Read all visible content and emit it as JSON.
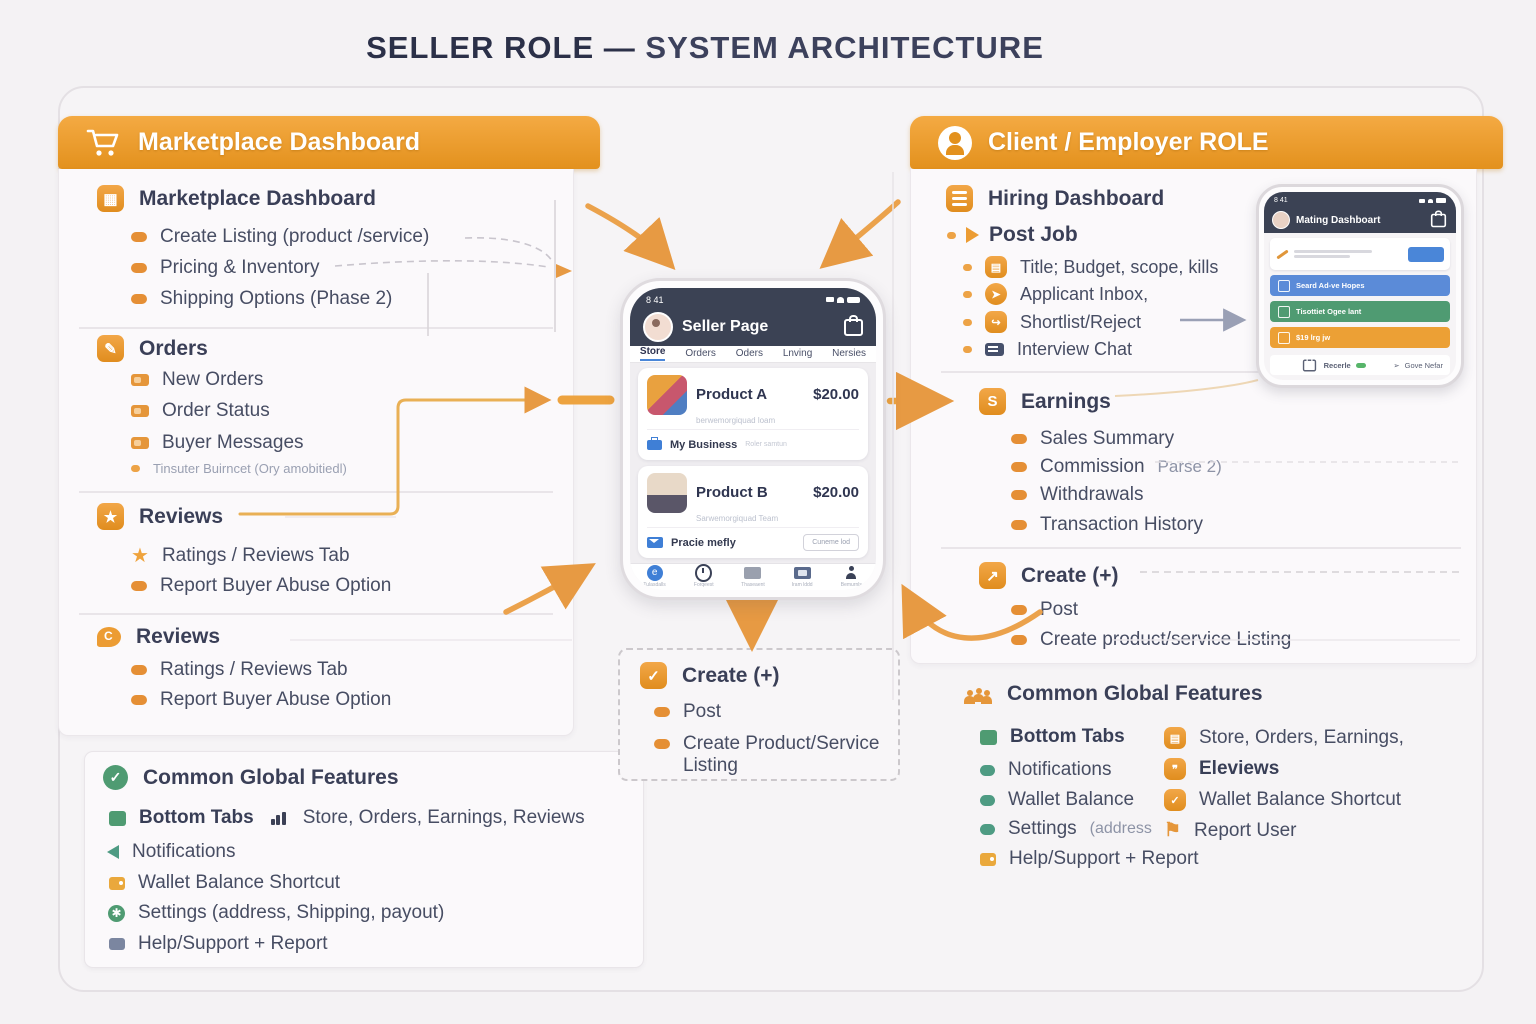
{
  "title": {
    "role": "SELLER ROLE",
    "dash": "—",
    "subtitle": "SYSTEM ARCHITECTURE"
  },
  "colors": {
    "accent_orange": "#E8953A",
    "header_top": "#F4AA43",
    "header_bottom": "#E3911D",
    "navy": "#3B4254",
    "green": "#4F9B72",
    "teal": "#4E9B83",
    "blue": "#4A86D8",
    "slate": "#8A90A8"
  },
  "left_panel": {
    "header": {
      "label": "Marketplace Dashboard"
    },
    "marketplace": {
      "heading": "Marketplace Dashboard",
      "items": [
        "Create Listing (product /service)",
        "Pricing & Inventory",
        "Shipping Options (Phase 2)"
      ]
    },
    "orders": {
      "heading": "Orders",
      "items": [
        "New Orders",
        "Order Status",
        "Buyer Messages"
      ],
      "note": "Tinsuter Buirncet (Ory amobitiedl)"
    },
    "reviews_star": {
      "heading": "Reviews",
      "items": [
        "Ratings / Reviews Tab",
        "Report Buyer Abuse Option"
      ]
    },
    "reviews_chat": {
      "heading": "Reviews",
      "items": [
        "Ratings / Reviews Tab",
        "Report  Buyer Abuse Option"
      ]
    }
  },
  "global_left": {
    "heading": "Common Global Features",
    "bottom_tabs_label": "Bottom Tabs",
    "bottom_tabs_value": "Store, Orders, Earnings, Reviews",
    "items": [
      "Notifications",
      "Wallet Balance Shortcut",
      "Settings (address, Shipping, payout)",
      "Help/Support + Report"
    ]
  },
  "phone": {
    "status_time": "8 41",
    "header_title": "Seller Page",
    "tabs": [
      "Store",
      "Orders",
      "Oders",
      "Lnving",
      "Nersies"
    ],
    "product_a": {
      "name": "Product A",
      "price": "$20.00",
      "subtitle": "berwemorgiquad loam"
    },
    "my_business": {
      "label": "My Business",
      "note": "Roler samtun"
    },
    "product_b": {
      "name": "Product B",
      "price": "$20.00",
      "subtitle": "Sarwemorgiquad Team"
    },
    "message_row": {
      "label": "Pracie mefly",
      "button": "Cuneme lod"
    },
    "nav_labels": [
      "Tulasdalls",
      "Forqeest",
      "Thaseaent",
      "Iram lddd",
      "Bemurnls"
    ]
  },
  "create_box": {
    "heading": "Create (+)",
    "items": [
      "Post",
      "Create Product/Service Listing"
    ]
  },
  "right_panel": {
    "header": {
      "label": "Client / Employer ROLE"
    },
    "hiring": {
      "heading": "Hiring Dashboard"
    },
    "post_job": {
      "heading": "Post Job",
      "items": [
        "Title; Budget, scope, kills",
        "Applicant Inbox,",
        "Shortlist/Reject",
        "Interview Chat"
      ]
    },
    "earnings": {
      "heading": "Earnings",
      "items": [
        "Sales Summary",
        "Commission",
        "Withdrawals",
        "Transaction History"
      ],
      "commission_suffix": "Parse 2)"
    },
    "create": {
      "heading": "Create (+)",
      "items": [
        "Post",
        "Create product/service Listing"
      ]
    }
  },
  "mini_phone": {
    "status_time": "8 41",
    "header_title": "Mating Dashboart",
    "bars": [
      "Seard Ad-ve Hopes",
      "Tisottiet Ogee lant",
      "$19 lrg jw"
    ],
    "footer_left": "Recerle",
    "footer_right": "Gove Nefar"
  },
  "global_right": {
    "heading": "Common Global Features",
    "left_items": [
      "Bottom Tabs",
      "Notifications",
      "Wallet Balance",
      "Settings",
      "Help/Support + Report"
    ],
    "settings_suffix": "(address",
    "right_items": [
      "Store, Orders, Earnings,",
      "Eleviews",
      "Wallet Balance Shortcut",
      "Report User"
    ]
  }
}
